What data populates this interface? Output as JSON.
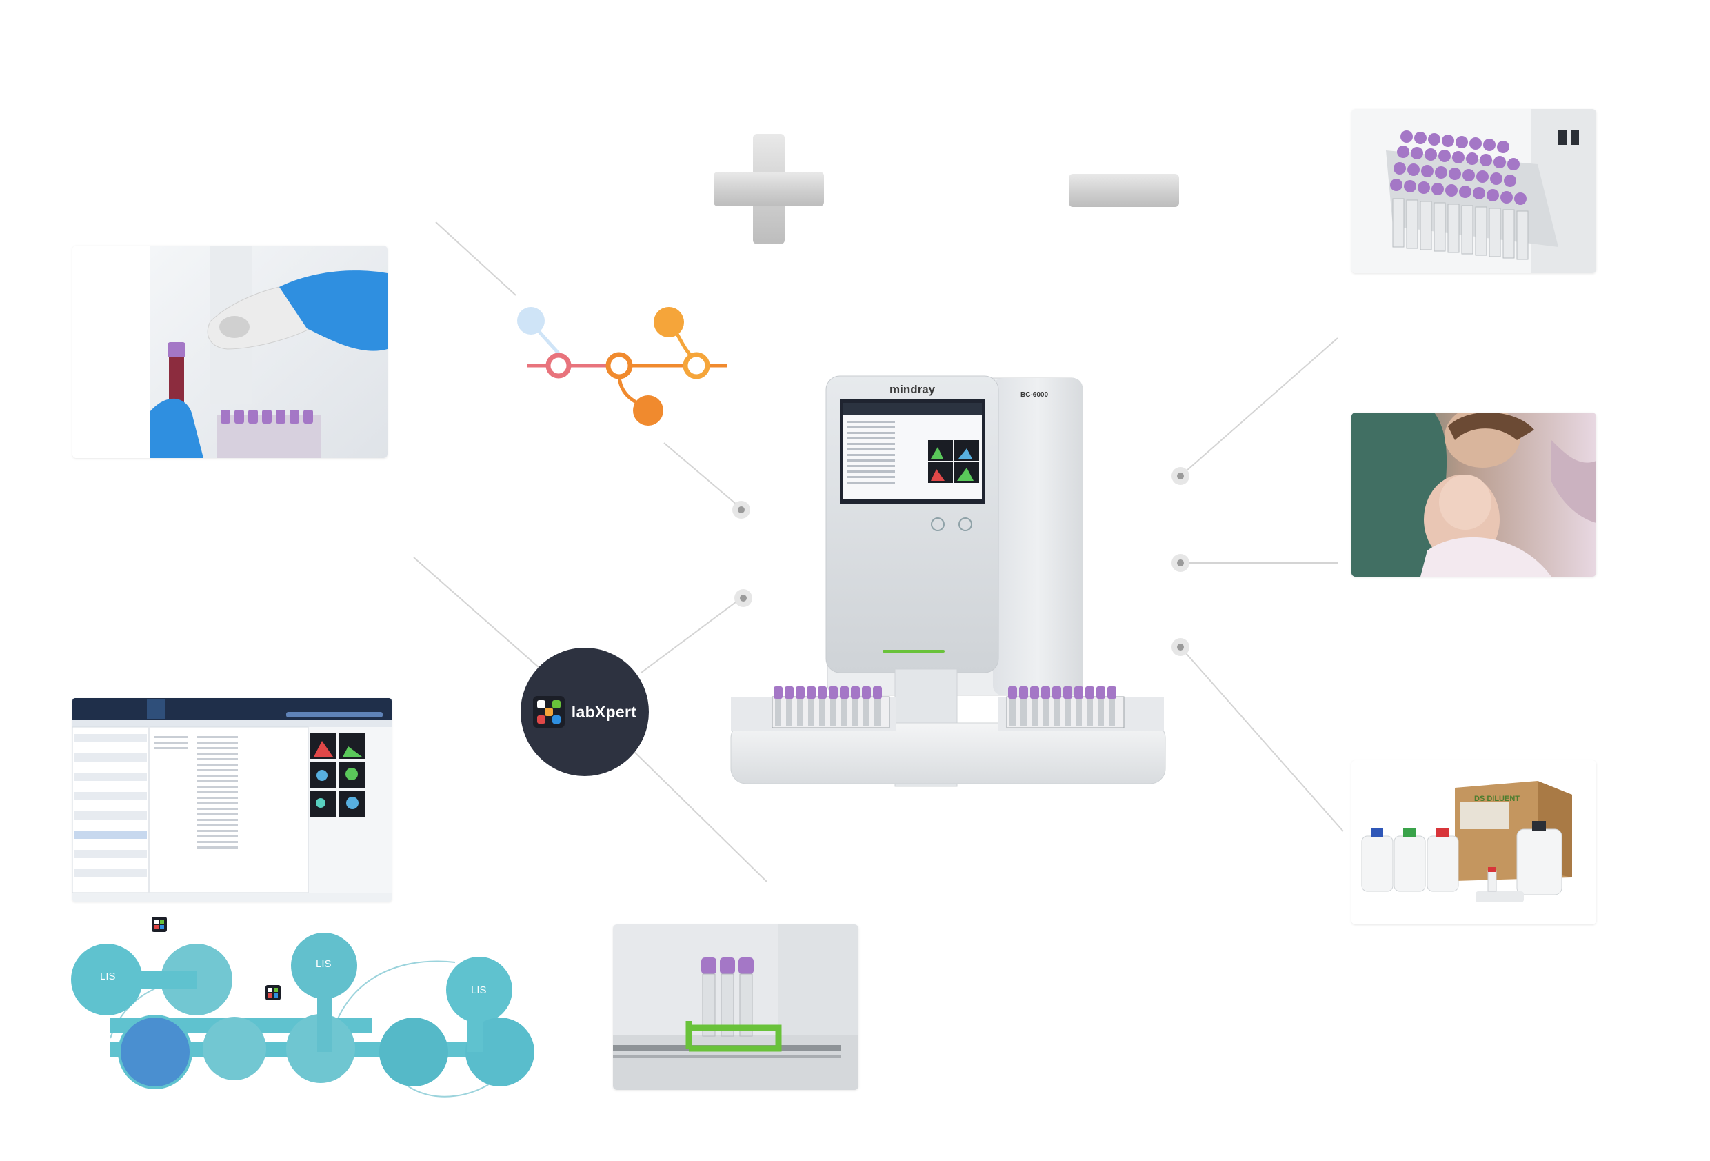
{
  "analyzer": {
    "brand": "mindray",
    "model": "BC-6000"
  },
  "labxpert": {
    "name": "labXpert"
  },
  "network": {
    "lis_labels": [
      "LIS",
      "LIS",
      "LIS"
    ]
  },
  "reagent_box": {
    "label": "DS DILUENT"
  },
  "colors": {
    "dark_navy": "#2d3240",
    "teal_node": "#5fc2cf",
    "blue_node": "#4a8fd0",
    "pathway_pink": "#e8737c",
    "pathway_orange": "#f08a2e",
    "pathway_gold": "#f5a53a",
    "pathway_light_blue": "#cfe4f7",
    "tube_cap_purple": "#a477c6",
    "glove_blue": "#2f8fe0",
    "rack_green": "#69c23a"
  },
  "icons": {
    "plus_symbol": "plus-icon",
    "minus_symbol": "minus-icon",
    "labxpert_logo": "labxpert-logo-icon"
  }
}
